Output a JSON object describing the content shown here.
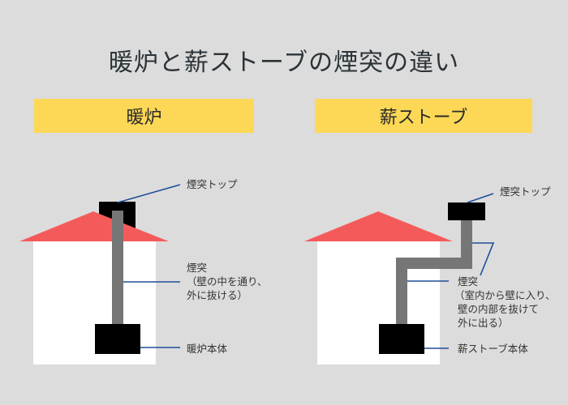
{
  "title": "暖炉と薪ストーブの煙突の違い",
  "colors": {
    "background": "#dcdcdc",
    "header_box": "#fcd856",
    "roof": "#f55a5a",
    "house_body": "#ffffff",
    "chimney_pipe": "#767676",
    "chimney_top_and_body": "#000000",
    "leader_line": "#1f4e9a"
  },
  "fireplace": {
    "header": "暖炉",
    "labels": {
      "chimney_top": "煙突トップ",
      "chimney_title": "煙突",
      "chimney_desc_1": "（壁の中を通り、",
      "chimney_desc_2": "外に抜ける）",
      "body": "暖炉本体"
    }
  },
  "wood_stove": {
    "header": "薪ストーブ",
    "labels": {
      "chimney_top": "煙突トップ",
      "chimney_title": "煙突",
      "chimney_desc_1": "（室内から壁に入り、",
      "chimney_desc_2": "壁の内部を抜けて",
      "chimney_desc_3": "外に出る）",
      "body": "薪ストーブ本体"
    }
  }
}
